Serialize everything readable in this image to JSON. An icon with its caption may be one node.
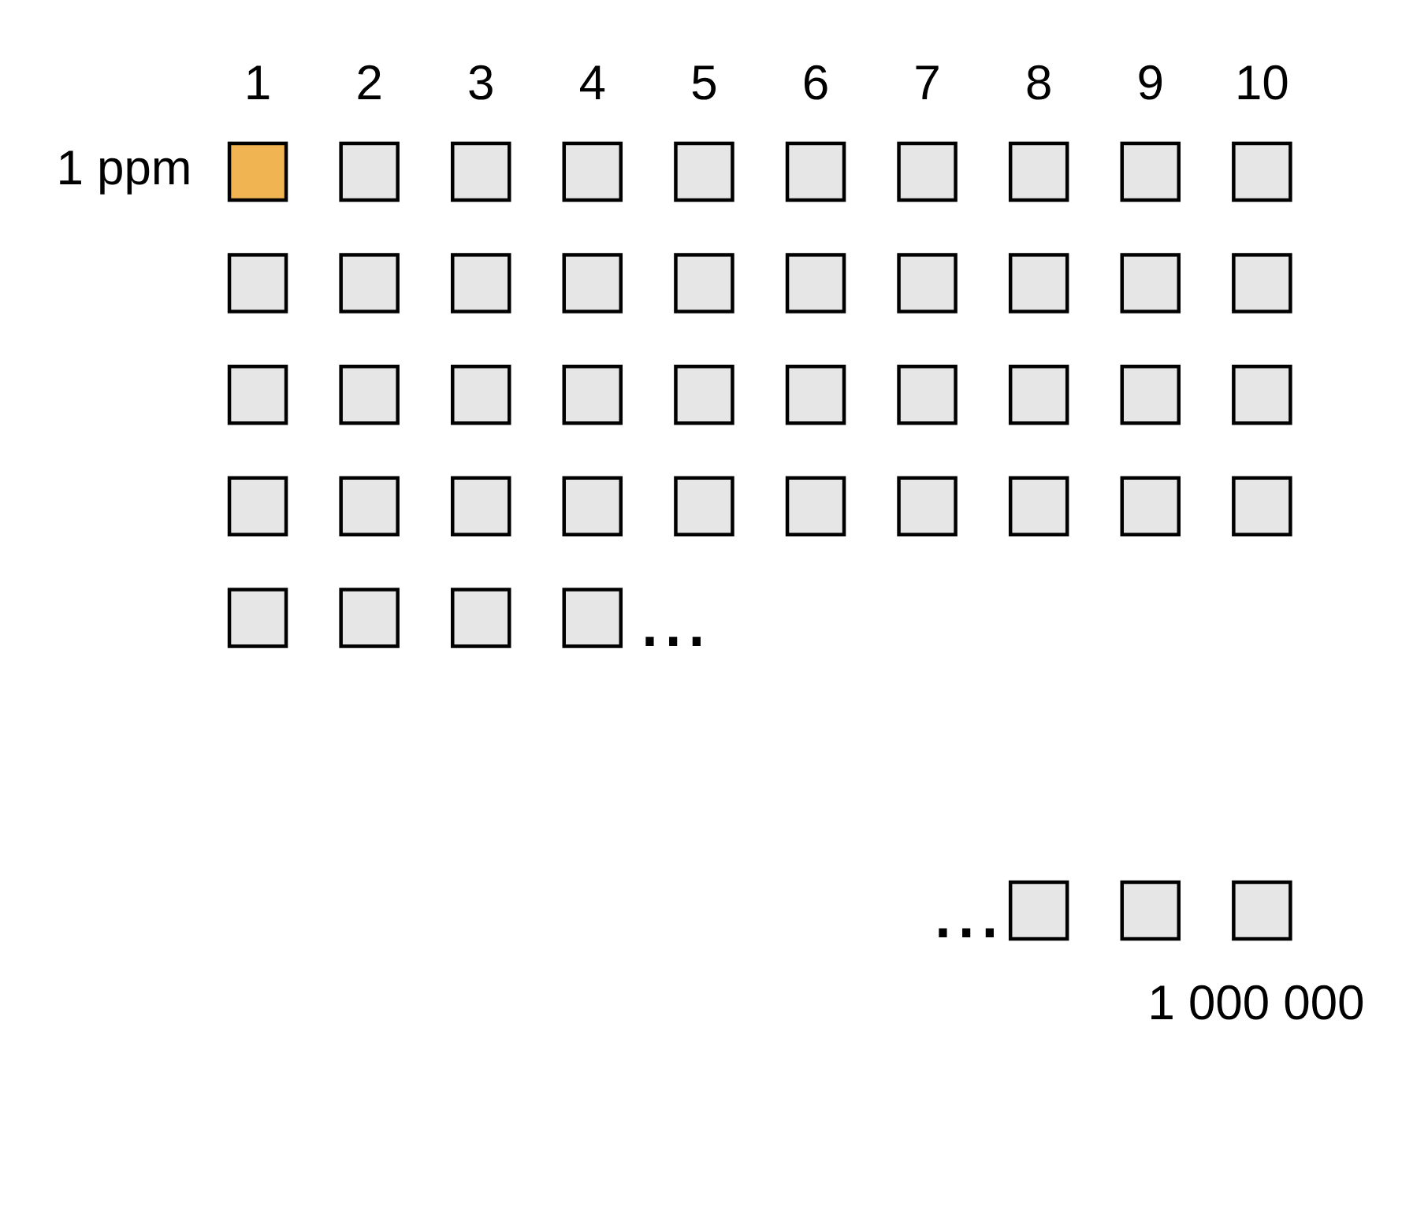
{
  "diagram": {
    "nodes": [
      {
        "text": [],
        "shape": "box",
        "beside": [
          "1 ppm"
        ]
      },
      {
        "text": [],
        "shape": "box"
      },
      {
        "text": [],
        "shape": "box"
      },
      {
        "text": [],
        "shape": "box"
      },
      {
        "text": [],
        "shape": "box"
      },
      {
        "text": [],
        "shape": "box"
      },
      {
        "text": [],
        "shape": "box"
      },
      {
        "text": [],
        "shape": "box"
      },
      {
        "text": [],
        "shape": "box"
      },
      {
        "text": [],
        "shape": "box"
      },
      {
        "text": [],
        "shape": "box"
      },
      {
        "text": [],
        "shape": "box"
      },
      {
        "text": [],
        "shape": "box"
      },
      {
        "text": [],
        "shape": "box"
      },
      {
        "text": [],
        "shape": "box"
      },
      {
        "text": [],
        "shape": "box"
      },
      {
        "text": [],
        "shape": "box"
      },
      {
        "text": [],
        "shape": "box"
      },
      {
        "text": [],
        "shape": "box"
      },
      {
        "text": [],
        "shape": "box"
      },
      {
        "text": [],
        "shape": "box"
      },
      {
        "text": [],
        "shape": "box"
      },
      {
        "text": [],
        "shape": "box"
      },
      {
        "text": [],
        "shape": "box"
      },
      {
        "text": [],
        "shape": "box"
      },
      {
        "text": [],
        "shape": "box"
      },
      {
        "text": [],
        "shape": "box"
      },
      {
        "text": [],
        "shape": "box"
      },
      {
        "text": [],
        "shape": "box"
      },
      {
        "text": [],
        "shape": "box"
      },
      {
        "text": [],
        "shape": "box"
      },
      {
        "text": [],
        "shape": "box"
      },
      {
        "text": [],
        "shape": "box"
      },
      {
        "text": [],
        "shape": "box"
      },
      {
        "text": [],
        "shape": "box"
      },
      {
        "text": [],
        "shape": "box"
      },
      {
        "text": [],
        "shape": "box"
      },
      {
        "text": [],
        "shape": "box"
      },
      {
        "text": [],
        "shape": "box"
      },
      {
        "text": [],
        "shape": "box"
      },
      {
        "text": [],
        "shape": "box"
      },
      {
        "text": [],
        "shape": "box"
      },
      {
        "text": [],
        "shape": "box"
      },
      {
        "text": [],
        "shape": "box"
      },
      {
        "text": [],
        "shape": "box"
      },
      {
        "text": [],
        "shape": "box"
      },
      {
        "text": [],
        "shape": "box",
        "beside": [
          "1 000 000"
        ]
      }
    ],
    "labels": [
      "1",
      "2",
      "3",
      "4",
      "5",
      "6",
      "7",
      "8",
      "9",
      "10",
      "...",
      "..."
    ]
  }
}
